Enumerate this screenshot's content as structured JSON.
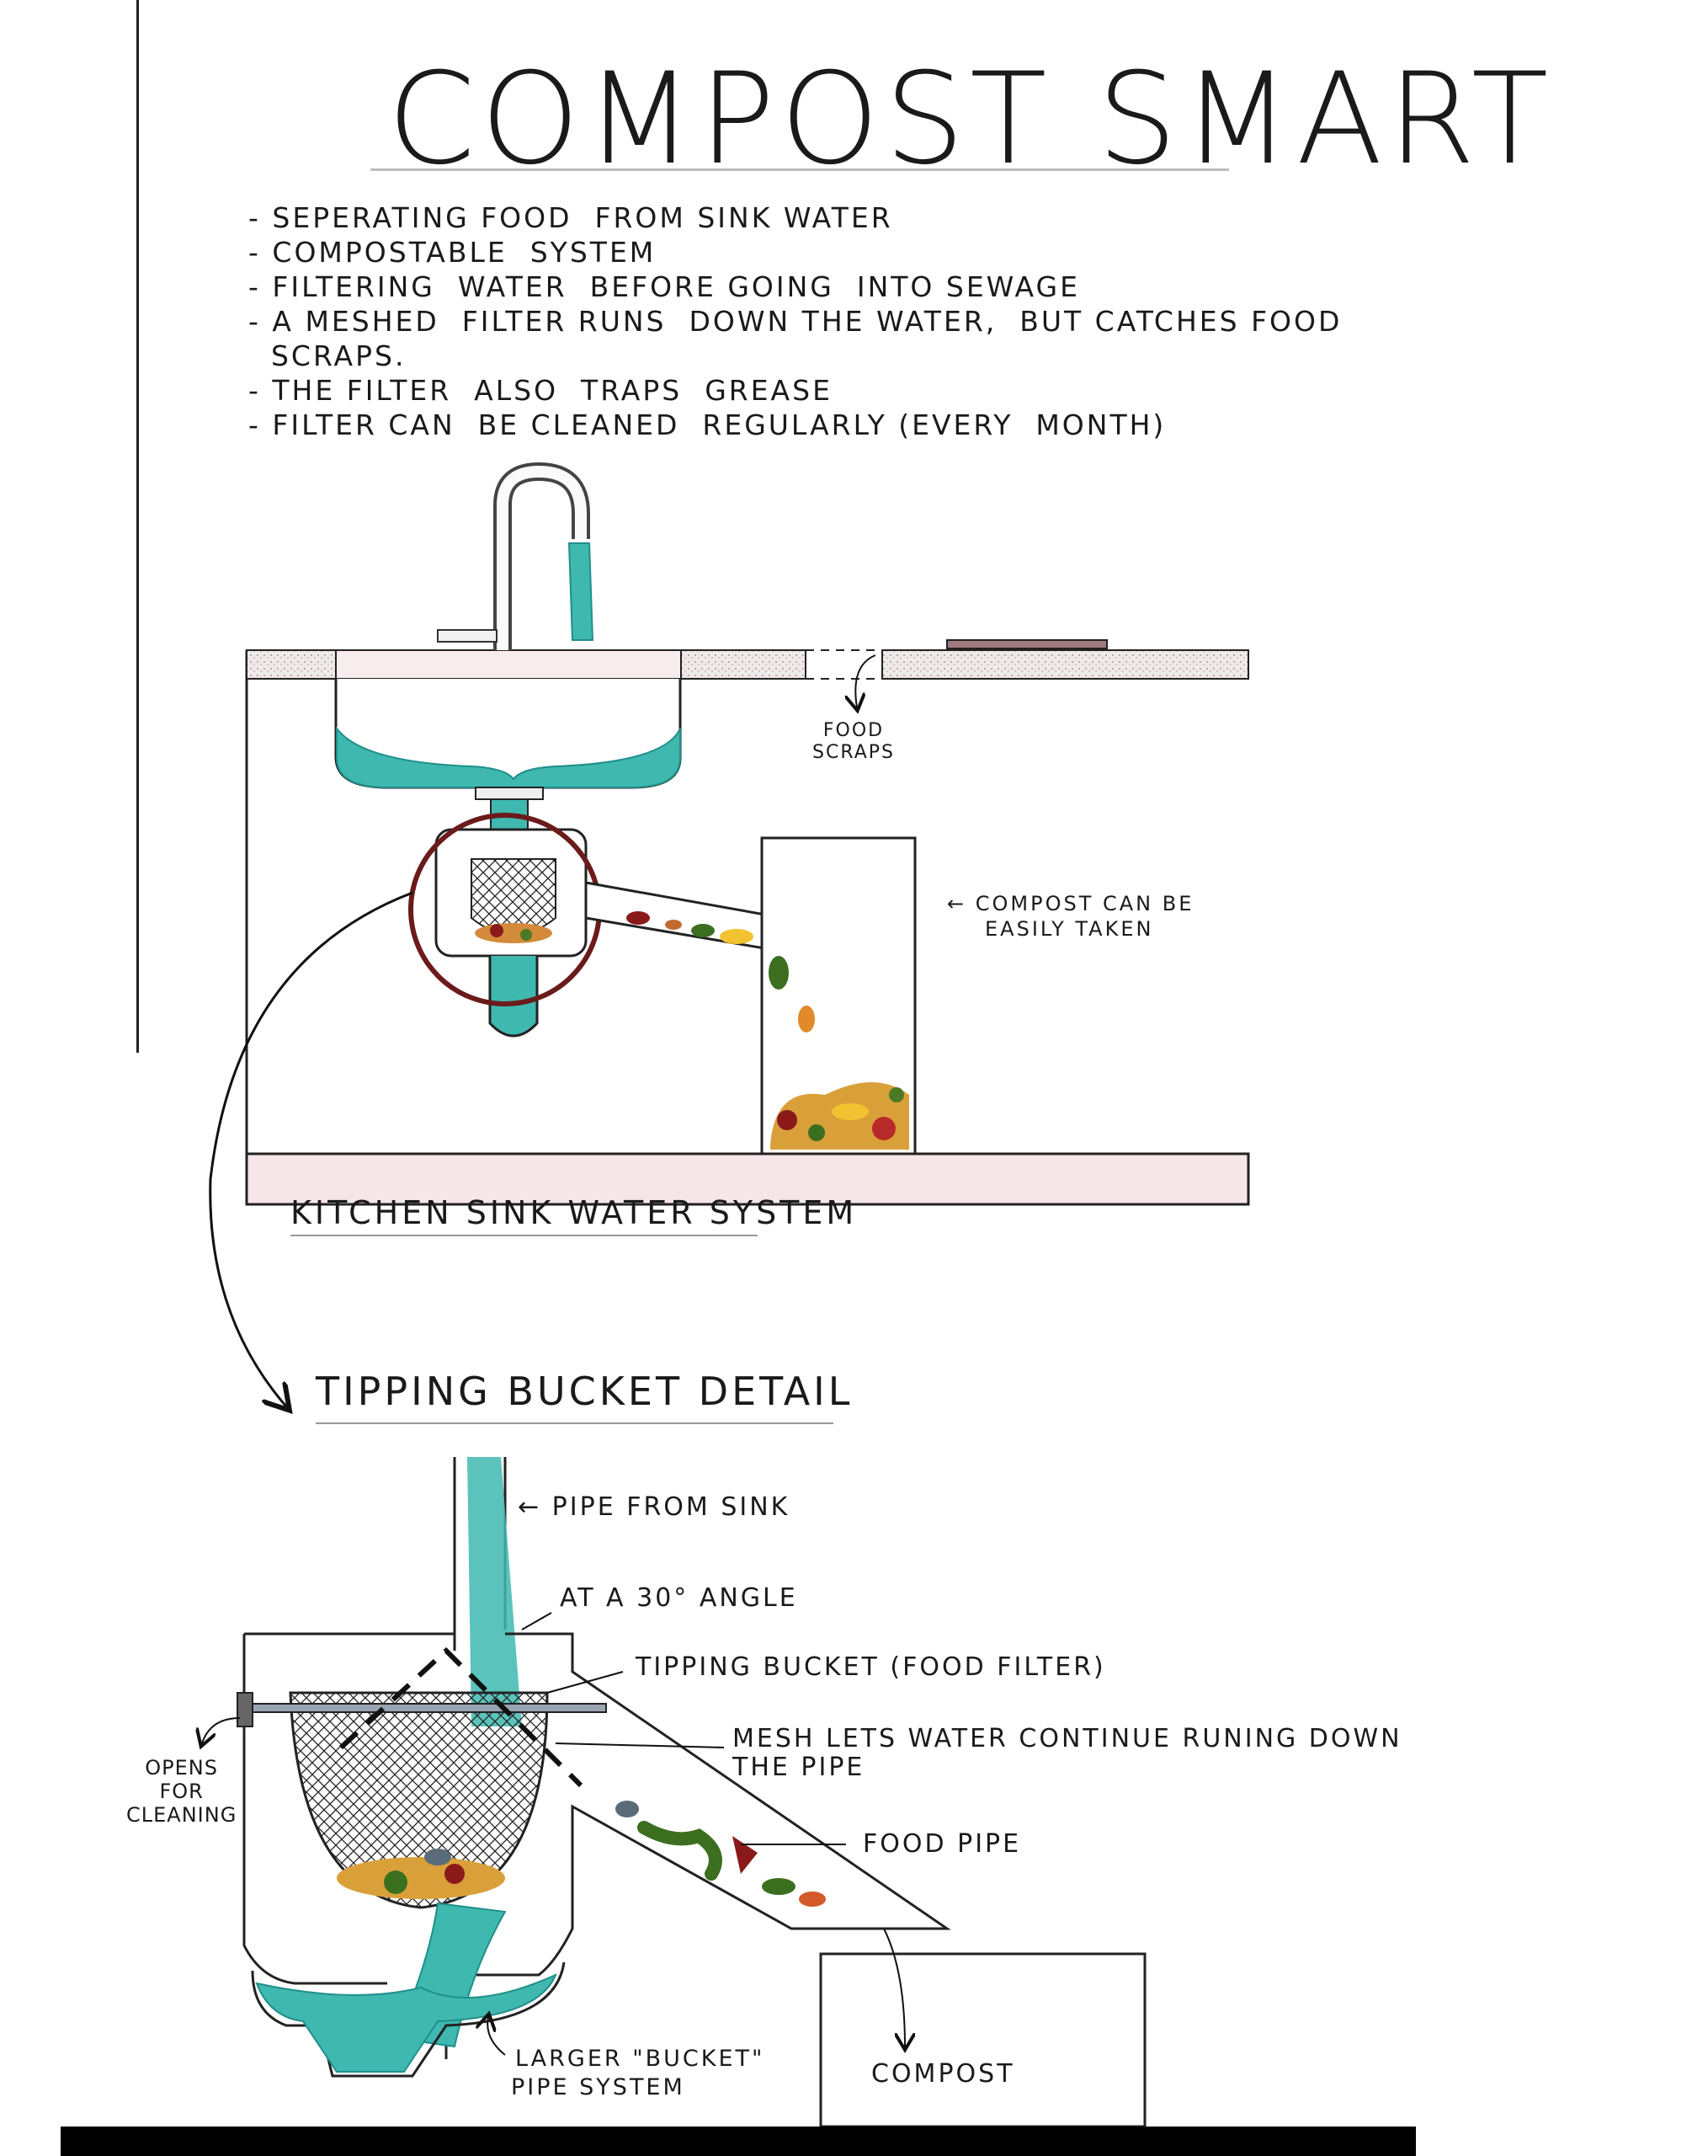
{
  "title": "COMPOST SMART",
  "bullets": [
    "- SEPERATING FOOD  FROM SINK WATER",
    "- COMPOSTABLE  SYSTEM",
    "- FILTERING  WATER  BEFORE GOING  INTO SEWAGE",
    "- A MESHED  FILTER RUNS  DOWN THE WATER,  BUT CATCHES FOOD",
    "  SCRAPS.",
    "- THE FILTER  ALSO  TRAPS  GREASE",
    "- FILTER CAN  BE CLEANED  REGULARLY (EVERY  MONTH)"
  ],
  "sink_diagram": {
    "label_food_scraps_1": "FOOD",
    "label_food_scraps_2": "SCRAPS",
    "label_compost_taken_1": "← COMPOST CAN BE",
    "label_compost_taken_2": "EASILY  TAKEN",
    "section_title": "KITCHEN  SINK  WATER  SYSTEM"
  },
  "detail_diagram": {
    "section_title": "TIPPING  BUCKET  DETAIL",
    "label_pipe_from_sink": "← PIPE  FROM  SINK",
    "label_angle": "AT A 30° ANGLE",
    "label_tipping_bucket": "TIPPING   BUCKET   (FOOD FILTER)",
    "label_mesh_1": "MESH LETS  WATER  CONTINUE  RUNING  DOWN",
    "label_mesh_2": "THE  PIPE",
    "label_food_pipe": "FOOD  PIPE",
    "label_opens_1": "OPENS",
    "label_opens_2": "FOR",
    "label_opens_3": "CLEANING",
    "label_larger_1": "LARGER \"BUCKET\"",
    "label_larger_2": "PIPE SYSTEM",
    "label_compost": "COMPOST"
  },
  "colors": {
    "water": "#3fb8b0",
    "water_dark": "#1f8f8a",
    "outline": "#1a1a1a",
    "counter_pink": "#f3e3e6",
    "speckle": "#d9d2d2",
    "circle": "#6b1b1b"
  }
}
